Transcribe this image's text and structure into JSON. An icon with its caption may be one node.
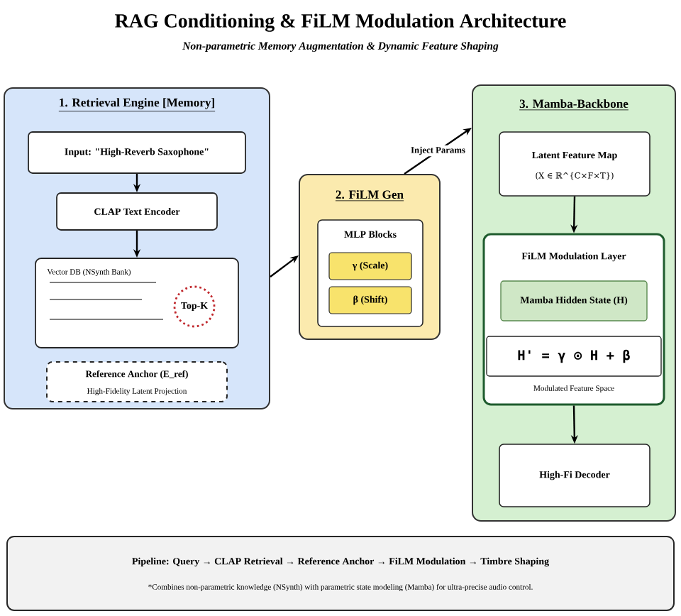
{
  "diagram": {
    "title": "RAG Conditioning & FiLM Modulation Architecture",
    "nodes": [
      {
        "text": [
          "1. Retrieval Engine [Memory]"
        ]
      },
      {
        "text": [
          "Input: \"High-Reverb Saxophone\""
        ],
        "in": 0
      },
      {
        "text": [
          "CLAP Text Encoder"
        ],
        "in": 0
      },
      {
        "text": [
          "Vector DB (NSynth Bank)"
        ],
        "in": 0
      },
      {
        "text": [
          "Top-K"
        ],
        "in": 3
      },
      {
        "text": [
          "Reference Anchor (E_ref)",
          "High-Fidelity Latent Projection"
        ],
        "in": 0
      },
      {
        "text": [
          "2. FiLM Gen"
        ]
      },
      {
        "text": [
          "MLP Blocks"
        ],
        "in": 6
      },
      {
        "text": [
          "γ (Scale)"
        ],
        "in": 7
      },
      {
        "text": [
          "β (Shift)"
        ],
        "in": 7
      },
      {
        "text": [
          "3. Mamba-Backbone"
        ]
      },
      {
        "text": [
          "Latent Feature Map",
          "(X ∈ ℝ^{C×F×T})"
        ],
        "in": 10
      },
      {
        "text": [
          "FiLM Modulation Layer"
        ],
        "in": 10
      },
      {
        "text": [
          "Mamba Hidden State (H)"
        ],
        "in": 12
      },
      {
        "text": [
          "H' = γ ⊙ H + β"
        ],
        "beside": [
          "Modulated Feature Space"
        ],
        "in": 12
      },
      {
        "text": [
          "High-Fi Decoder"
        ],
        "in": 10
      },
      {
        "text": [
          "Pipeline: Query → CLAP Retrieval → Reference Anchor → FiLM Modulation → Timbre Shaping",
          "*Combines non-parametric knowledge (NSynth) with parametric state modeling (Mamba) for ultra-precise audio control."
        ]
      }
    ],
    "edges": [
      {
        "from": 1,
        "to": 2,
        "arrow": "to"
      },
      {
        "from": 2,
        "to": 3,
        "arrow": "to"
      },
      {
        "from": 0,
        "to": 6,
        "arrow": "to"
      },
      {
        "from": 6,
        "to": 10,
        "arrow": "to",
        "label": "Inject Params"
      },
      {
        "from": 11,
        "to": 12,
        "arrow": "to"
      },
      {
        "from": 12,
        "to": 15,
        "arrow": "to"
      }
    ],
    "labels": [
      "Non-parametric Memory Augmentation & Dynamic Feature Shaping"
    ]
  }
}
